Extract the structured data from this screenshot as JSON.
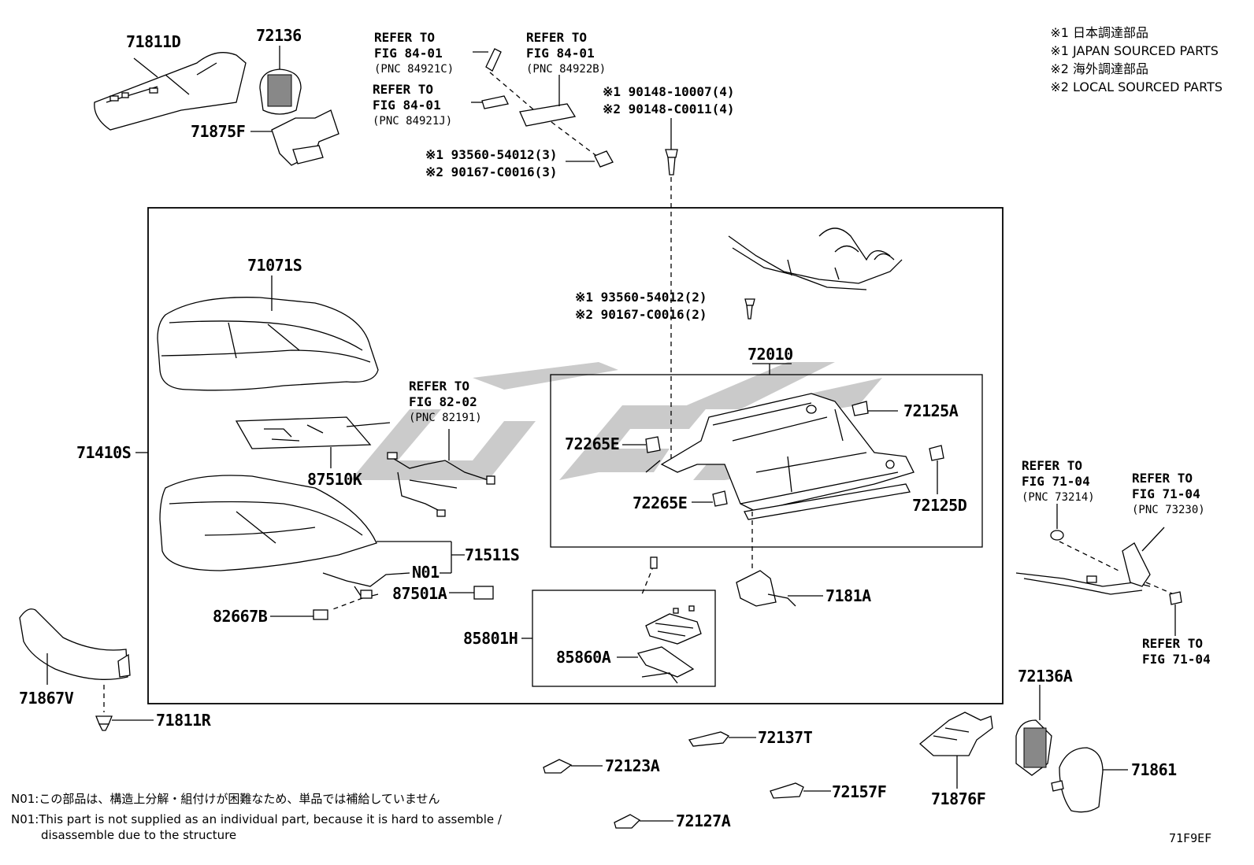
{
  "legend": {
    "line1": "※1 日本調達部品",
    "line2": "※1 JAPAN SOURCED PARTS",
    "line3": "※2 海外調達部品",
    "line4": "※2 LOCAL SOURCED PARTS"
  },
  "parts": {
    "p71811D": "71811D",
    "p72136": "72136",
    "p71875F": "71875F",
    "p71071S": "71071S",
    "p71410S": "71410S",
    "p87510K": "87510K",
    "p71511S": "71511S",
    "pN01": "N01",
    "p87501A": "87501A",
    "p82667B": "82667B",
    "p85801H": "85801H",
    "p85860A": "85860A",
    "p71867V": "71867V",
    "p71811R": "71811R",
    "p72010": "72010",
    "p72125A": "72125A",
    "p72265E_1": "72265E",
    "p72265E_2": "72265E",
    "p72125D": "72125D",
    "p7181A": "7181A",
    "p72136A": "72136A",
    "p71876F": "71876F",
    "p71861": "71861",
    "p72137T": "72137T",
    "p72123A": "72123A",
    "p72157F": "72157F",
    "p72127A": "72127A"
  },
  "refs": {
    "fig84_c": {
      "l1": "REFER TO",
      "l2": "FIG 84-01",
      "l3": "(PNC 84921C)"
    },
    "fig84_b": {
      "l1": "REFER TO",
      "l2": "FIG 84-01",
      "l3": "(PNC 84922B)"
    },
    "fig84_j": {
      "l1": "REFER TO",
      "l2": "FIG 84-01",
      "l3": "(PNC 84921J)"
    },
    "fig82": {
      "l1": "REFER TO",
      "l2": "FIG 82-02",
      "l3": "(PNC 82191)"
    },
    "fig71_a": {
      "l1": "REFER TO",
      "l2": "FIG 71-04",
      "l3": "(PNC 73214)"
    },
    "fig71_b": {
      "l1": "REFER TO",
      "l2": "FIG 71-04",
      "l3": "(PNC 73230)"
    },
    "fig71_c": {
      "l1": "REFER TO",
      "l2": "FIG 71-04"
    }
  },
  "bolts": {
    "top_right_1": "※1 90148-10007(4)",
    "top_right_2": "※2 90148-C0011(4)",
    "top_left_1": "※1 93560-54012(3)",
    "top_left_2": "※2 90167-C0016(3)",
    "mid_1": "※1 93560-54012(2)",
    "mid_2": "※2 90167-C0016(2)"
  },
  "notes": {
    "n1": "N01:この部品は、構造上分解・組付けが困難なため、単品では補給していません",
    "n2": "N01:This part is not supplied as an individual part, because it is hard to assemble /",
    "n3": "disassemble due to the structure"
  },
  "code": "71F9EF"
}
